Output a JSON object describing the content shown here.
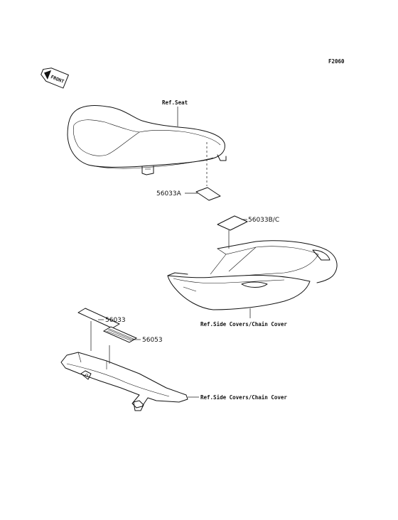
{
  "figure_code": "F2060",
  "front_badge": "FRONT",
  "labels": {
    "ref_seat": "Ref.Seat",
    "part_56033A": "56033A",
    "part_56033BC": "56033B/C",
    "ref_side_covers_1": "Ref.Side Covers/Chain Cover",
    "part_56033": "56033",
    "part_56053": "56053",
    "ref_side_covers_2": "Ref.Side Covers/Chain Cover"
  },
  "icons": {
    "front": "front-arrow-icon"
  }
}
